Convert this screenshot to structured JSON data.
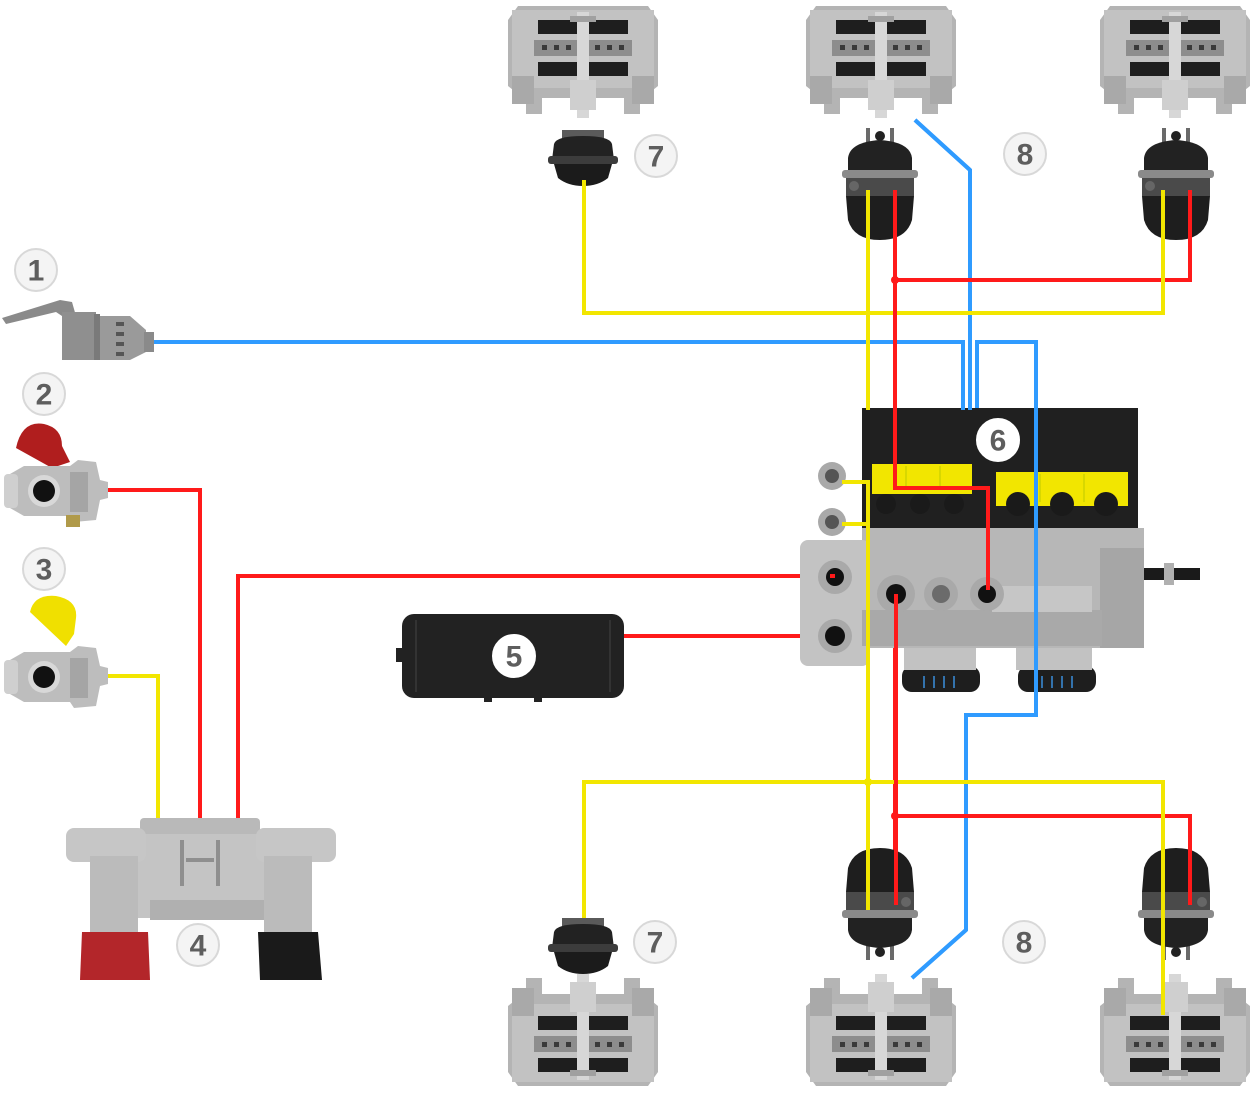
{
  "diagram": {
    "title": "Trailer EBS air brake system schematic",
    "colors": {
      "control_line": "#2f9bff",
      "supply_line": "#ff1a1a",
      "service_line": "#f2e600",
      "ecu_yellow": "#f2e600",
      "coupling_red": "#b01e1e",
      "coupling_yellow": "#f0e000",
      "label_text": "#5e5e5e"
    },
    "components": [
      {
        "id": "1",
        "label": "1",
        "name": "ISO 7638 electrical connector"
      },
      {
        "id": "2",
        "label": "2",
        "name": "Coupling head supply (red)"
      },
      {
        "id": "3",
        "label": "3",
        "name": "Coupling head control (yellow)"
      },
      {
        "id": "4",
        "label": "4",
        "name": "Park release / emergency valve"
      },
      {
        "id": "5",
        "label": "5",
        "name": "Air reservoir"
      },
      {
        "id": "6",
        "label": "6",
        "name": "EBS modulator"
      },
      {
        "id": "7",
        "label": "7",
        "name": "Brake chamber with disc brake (service)"
      },
      {
        "id": "8",
        "label": "8",
        "name": "Spring brake actuator with disc brake"
      }
    ],
    "labels": {
      "c1": "1",
      "c2": "2",
      "c3": "3",
      "c4": "4",
      "c5": "5",
      "c6": "6",
      "c7_top": "7",
      "c7_bottom": "7",
      "c8_top": "8",
      "c8_bottom": "8"
    },
    "connections": [
      {
        "type": "control",
        "from": "1",
        "to": "6"
      },
      {
        "type": "supply",
        "from": "2",
        "to": "4"
      },
      {
        "type": "service",
        "from": "3",
        "to": "4"
      },
      {
        "type": "supply",
        "from": "4",
        "to": "6"
      },
      {
        "type": "supply",
        "from": "5",
        "to": "6"
      },
      {
        "type": "service",
        "from": "6",
        "to": "7"
      },
      {
        "type": "service",
        "from": "6",
        "to": "8"
      },
      {
        "type": "supply",
        "from": "6",
        "to": "8"
      },
      {
        "type": "control",
        "from": "6",
        "to": "8"
      }
    ]
  }
}
